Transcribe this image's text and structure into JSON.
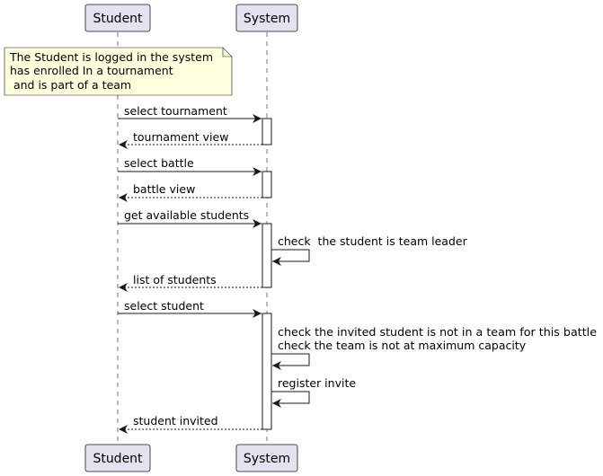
{
  "participants": {
    "student": "Student",
    "system": "System"
  },
  "note": {
    "lines": [
      "The Student is logged in the system",
      "has enrolled In a tournament",
      " and is part of a team"
    ]
  },
  "messages": [
    {
      "label": "select tournament",
      "from": "student",
      "to": "system",
      "style": "solid"
    },
    {
      "label": "tournament view",
      "from": "system",
      "to": "student",
      "style": "dashed"
    },
    {
      "label": "select battle",
      "from": "student",
      "to": "system",
      "style": "solid"
    },
    {
      "label": "battle view",
      "from": "system",
      "to": "student",
      "style": "dashed"
    },
    {
      "label": "get available students",
      "from": "student",
      "to": "system",
      "style": "solid"
    },
    {
      "label": "check  the student is team leader",
      "from": "system",
      "to": "system",
      "style": "self"
    },
    {
      "label": "list of students",
      "from": "system",
      "to": "student",
      "style": "dashed"
    },
    {
      "label": "select student",
      "from": "student",
      "to": "system",
      "style": "solid"
    },
    {
      "label": "check the invited student is not in a team for this battle",
      "label2": "check the team is not at maximum capacity",
      "from": "system",
      "to": "system",
      "style": "self"
    },
    {
      "label": "register invite",
      "from": "system",
      "to": "system",
      "style": "self"
    },
    {
      "label": "student invited",
      "from": "system",
      "to": "student",
      "style": "dashed"
    }
  ],
  "colors": {
    "participant_fill": "#E2E2F0",
    "participant_stroke": "#181818",
    "note_fill": "#FEFFDD",
    "line": "#181818"
  }
}
